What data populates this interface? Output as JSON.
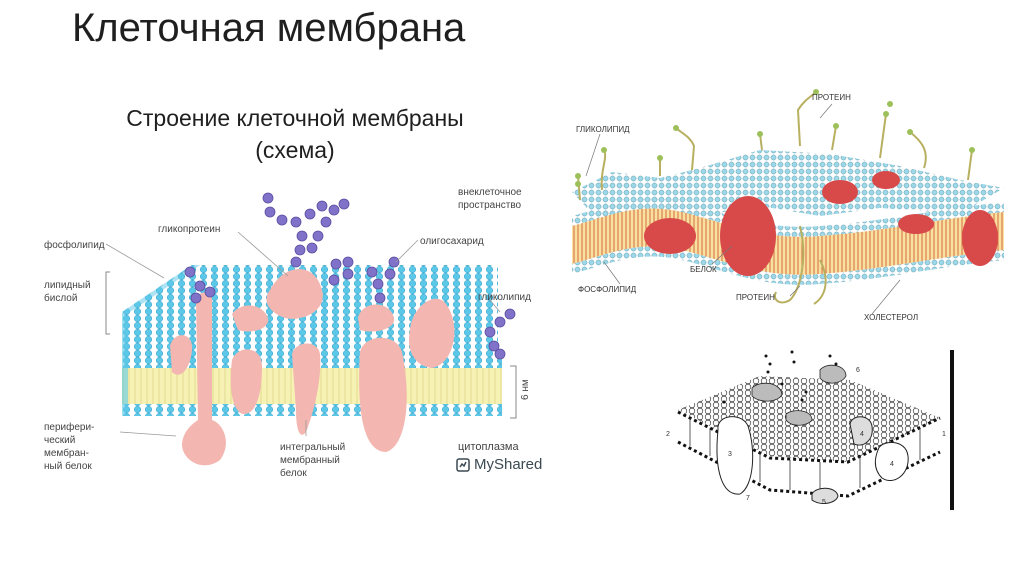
{
  "slide": {
    "title": "Клеточная мембрана",
    "subtitle_line1": "Строение клеточной мембраны",
    "subtitle_line2": "(схема)"
  },
  "diagram_left": {
    "labels": {
      "extracellular_1": "внеклеточное",
      "extracellular_2": "пространство",
      "glycoprotein": "гликопротеин",
      "phospholipid": "фосфолипид",
      "oligosaccharide": "олигосахарид",
      "lipid_1": "липидный",
      "lipid_2": "бислой",
      "glycolipid": "гликолипид",
      "thickness": "6 нм",
      "peripheral_1": "перифери-",
      "peripheral_2": "ческий",
      "peripheral_3": "мембран-",
      "peripheral_4": "ный белок",
      "integral_1": "интегральный",
      "integral_2": "мембранный",
      "integral_3": "белок",
      "cytoplasm": "цитоплазма"
    },
    "watermark": "MyShared"
  },
  "diagram_right_top": {
    "labels": {
      "protein_top": "ПРОТЕИН",
      "glycolipid": "ГЛИКОЛИПИД",
      "protein_belok": "БЕЛОК",
      "phospholipid": "ФОСФОЛИПИД",
      "protein_bottom": "ПРОТЕИН",
      "cholesterol": "ХОЛЕСТЕРОЛ"
    }
  },
  "diagram_right_bottom": {
    "numbers": [
      "1",
      "2",
      "3",
      "4",
      "4",
      "5",
      "6",
      "7"
    ]
  },
  "colors": {
    "head_blue": "#5bc8e8",
    "tail_yellow": "#f4f0b0",
    "protein_pink": "#f0b0b0",
    "sugar_purple": "#7c6cc4",
    "protein_red": "#d84848"
  }
}
